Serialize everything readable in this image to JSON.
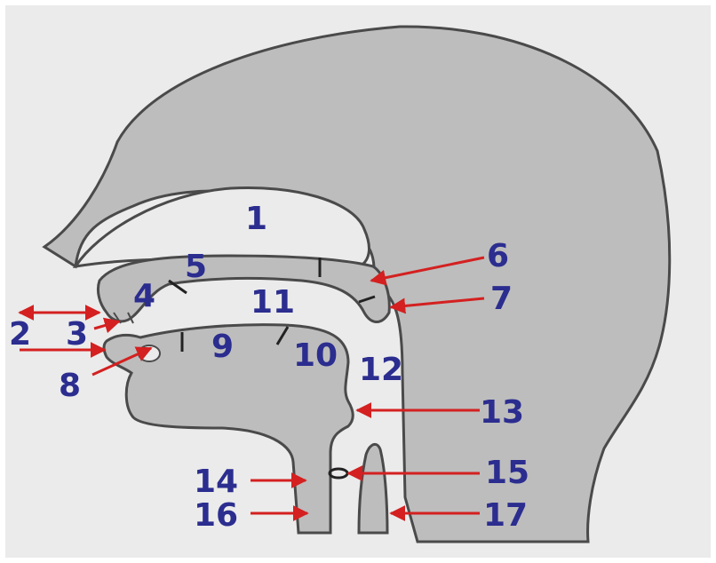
{
  "diagram": {
    "labels": [
      {
        "id": "l1",
        "text": "1"
      },
      {
        "id": "l2",
        "text": "2"
      },
      {
        "id": "l3",
        "text": "3"
      },
      {
        "id": "l4",
        "text": "4"
      },
      {
        "id": "l5",
        "text": "5"
      },
      {
        "id": "l6",
        "text": "6"
      },
      {
        "id": "l7",
        "text": "7"
      },
      {
        "id": "l8",
        "text": "8"
      },
      {
        "id": "l9",
        "text": "9"
      },
      {
        "id": "l10",
        "text": "10"
      },
      {
        "id": "l11",
        "text": "11"
      },
      {
        "id": "l12",
        "text": "12"
      },
      {
        "id": "l13",
        "text": "13"
      },
      {
        "id": "l14",
        "text": "14"
      },
      {
        "id": "l15",
        "text": "15"
      },
      {
        "id": "l16",
        "text": "16"
      },
      {
        "id": "l17",
        "text": "17"
      }
    ]
  },
  "colors": {
    "background": "#ebebeb",
    "tissue": "#bdbdbd",
    "outline": "#4a4a4a",
    "label": "#2b2d8f",
    "arrow": "#d42020"
  }
}
